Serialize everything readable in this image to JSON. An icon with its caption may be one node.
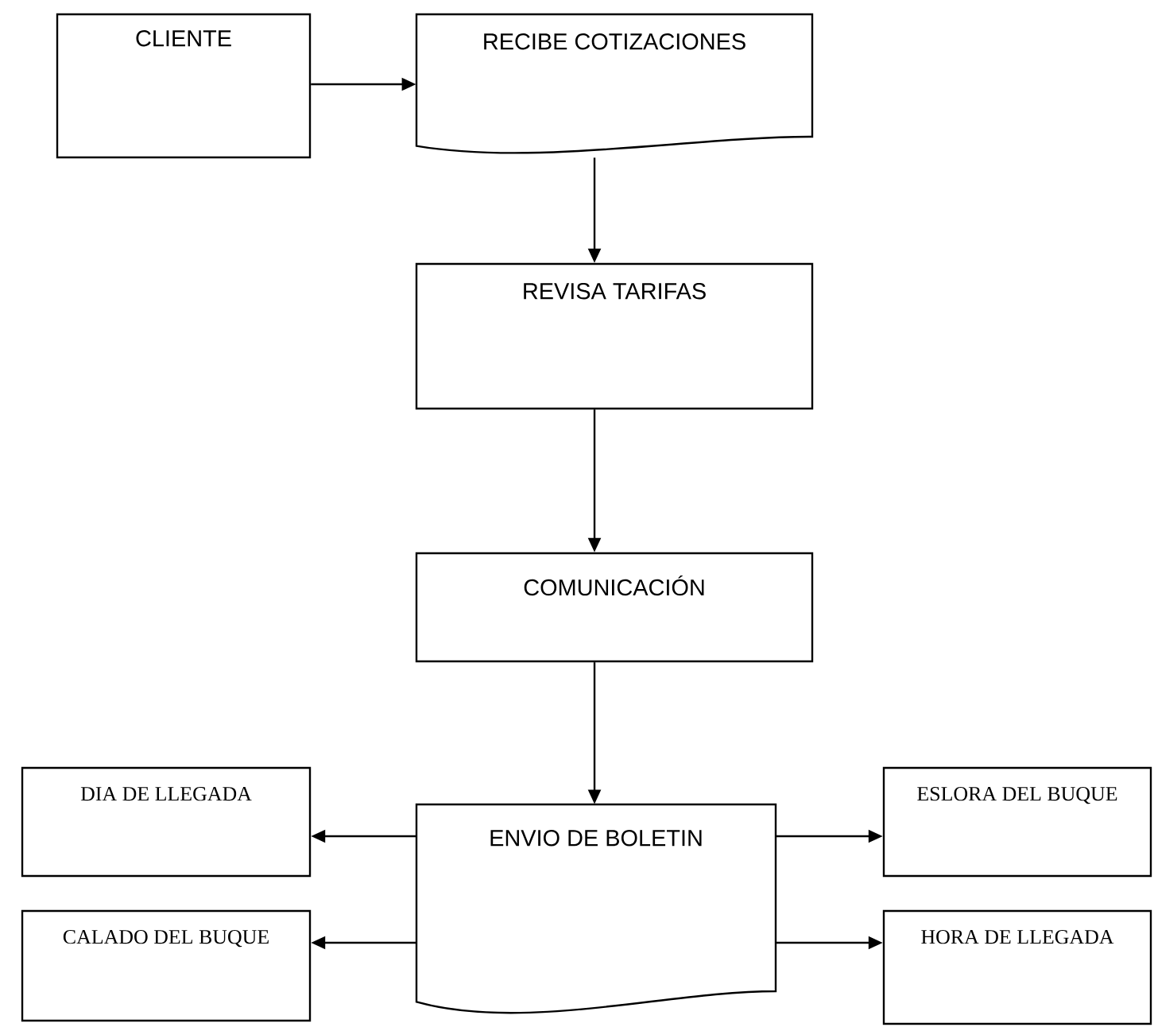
{
  "diagram": {
    "nodes": [
      {
        "text": [
          "CLIENTE"
        ]
      },
      {
        "text": [
          "RECIBE COTIZACIONES"
        ]
      },
      {
        "text": [
          "REVISA TARIFAS"
        ]
      },
      {
        "text": [
          "COMUNICACIÓN"
        ]
      },
      {
        "text": [
          "ENVIO DE BOLETIN"
        ]
      },
      {
        "text": [
          "DIA DE LLEGADA"
        ]
      },
      {
        "text": [
          "CALADO DEL BUQUE"
        ]
      },
      {
        "text": [
          "ESLORA DEL BUQUE"
        ]
      },
      {
        "text": [
          "HORA DE LLEGADA"
        ]
      }
    ],
    "edges": [
      {
        "from": 0,
        "to": 1,
        "arrow": "to"
      },
      {
        "from": 1,
        "to": 2,
        "arrow": "to"
      },
      {
        "from": 2,
        "to": 3,
        "arrow": "to"
      },
      {
        "from": 3,
        "to": 4,
        "arrow": "to"
      },
      {
        "from": 4,
        "to": 5,
        "arrow": "to"
      },
      {
        "from": 4,
        "to": 6,
        "arrow": "to"
      },
      {
        "from": 4,
        "to": 7,
        "arrow": "to"
      },
      {
        "from": 4,
        "to": 8,
        "arrow": "to"
      }
    ]
  }
}
